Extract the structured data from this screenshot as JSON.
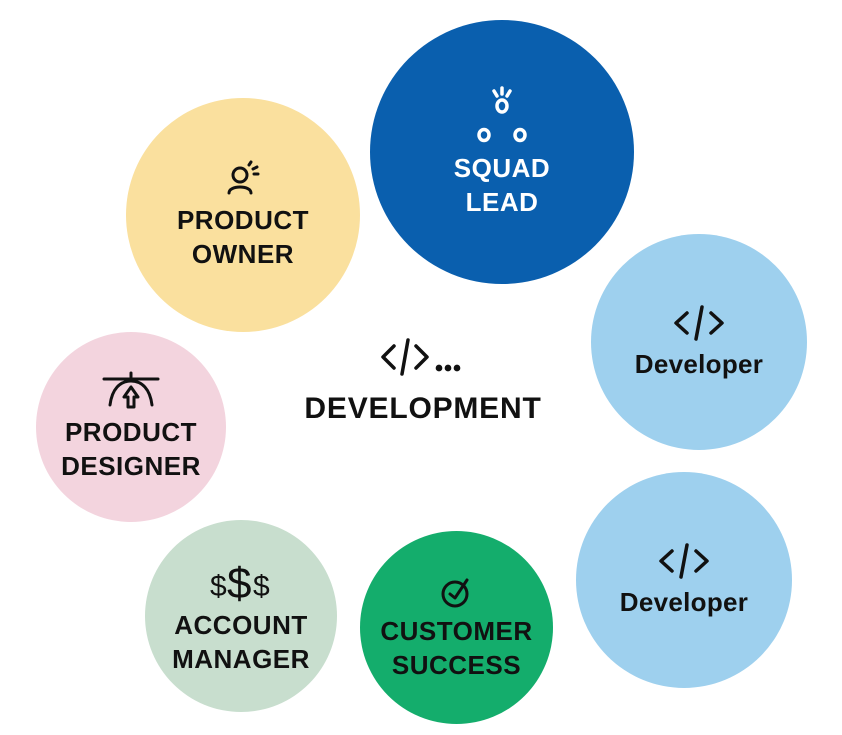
{
  "center": {
    "icon": "code-ellipsis-icon",
    "title": "DEVELOPMENT"
  },
  "roles": {
    "squad_lead": {
      "line1": "SQUAD",
      "line2": "LEAD",
      "icon": "team-icon",
      "color": "#0A5FAE"
    },
    "product_owner": {
      "line1": "PRODUCT",
      "line2": "OWNER",
      "icon": "person-idea-icon",
      "color": "#FAE09E"
    },
    "developer_1": {
      "line1": "Developer",
      "icon": "code-icon",
      "color": "#9ED0EE"
    },
    "product_designer": {
      "line1": "PRODUCT",
      "line2": "DESIGNER",
      "icon": "vector-pen-icon",
      "color": "#F3D4DE"
    },
    "developer_2": {
      "line1": "Developer",
      "icon": "code-icon",
      "color": "#9ED0EE"
    },
    "account_manager": {
      "line1": "ACCOUNT",
      "line2": "MANAGER",
      "icon": "dollar-signs-icon",
      "color": "#C8DECE"
    },
    "customer_success": {
      "line1": "CUSTOMER",
      "line2": "SUCCESS",
      "icon": "target-check-icon",
      "color": "#14AD6C"
    }
  }
}
